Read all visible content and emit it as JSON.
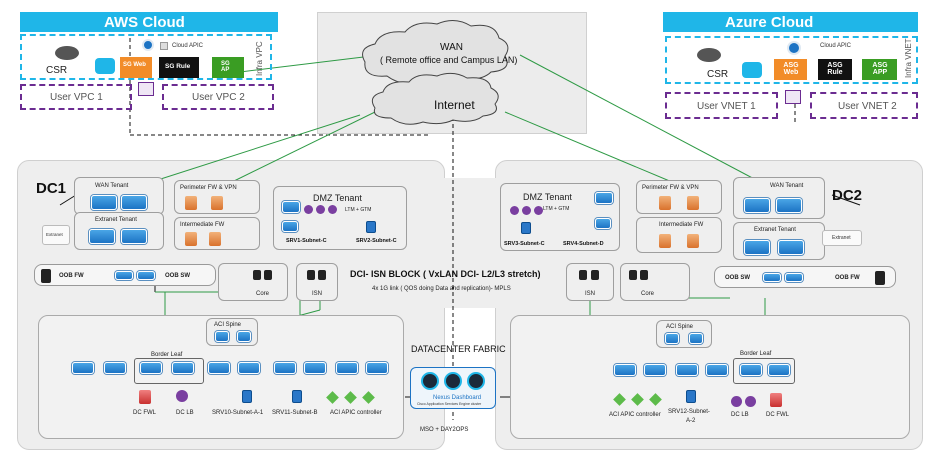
{
  "aws": {
    "title": "AWS Cloud",
    "infra": "Infra VPC",
    "csr": "CSR",
    "cloud_apic": "Cloud APIC",
    "sg_web": "SG Web",
    "sg_rule": "SG Rule",
    "sg_ap": "SG AP",
    "vpc1": "User VPC 1",
    "vpc2": "User VPC 2"
  },
  "azure": {
    "title": "Azure Cloud",
    "infra": "Infra VNET",
    "csr": "CSR",
    "cloud_apic": "Cloud APIC",
    "asg_web": "ASG Web",
    "asg_rule": "ASG Rule",
    "asg_app": "ASG APP",
    "vnet1": "User VNET 1",
    "vnet2": "User VNET 2"
  },
  "wan": {
    "title": "WAN",
    "subtitle": "( Remote office and Campus LAN)"
  },
  "internet": {
    "title": "Internet"
  },
  "dc1": {
    "label": "DC1",
    "wan_tenant": "WAN Tenant",
    "perimeter": "Perimeter FW & VPN",
    "intermediate": "Intermediate FW",
    "extranet_tenant": "Extranet Tenant",
    "extranet": "Extranet",
    "dmz": "DMZ Tenant",
    "ltm": "LTM + GTM",
    "srv1": "SRV1-Subnet-C",
    "srv2": "SRV2-Subnet-C",
    "oob_fw": "OOB FW",
    "oob_sw": "OOB SW",
    "core": "Core",
    "isn": "ISN",
    "aci_spine": "ACI Spine",
    "border_leaf": "Border Leaf",
    "dc_fwl": "DC FWL",
    "dc_lb": "DC LB",
    "srv10": "SRV10-Subnet-A-1",
    "srv11": "SRV11-Subnet-B",
    "apic": "ACI APIC controller"
  },
  "dc2": {
    "label": "DC2",
    "wan_tenant": "WAN Tenant",
    "perimeter": "Perimeter FW & VPN",
    "intermediate": "Intermediate FW",
    "extranet_tenant": "Extranet Tenant",
    "extranet": "Extranet",
    "dmz": "DMZ Tenant",
    "ltm": "LTM + GTM",
    "srv3": "SRV3-Subnet-C",
    "srv4": "SRV4-Subnet-D",
    "oob_fw": "OOB FW",
    "oob_sw": "OOB SW",
    "core": "Core",
    "isn": "ISN",
    "aci_spine": "ACI Spine",
    "border_leaf": "Border Leaf",
    "dc_fwl": "DC FWL",
    "dc_lb": "DC LB",
    "srv12a": "SRV12-Subnet-",
    "srv12b": "A-2",
    "apic": "ACI APIC controller"
  },
  "dci": {
    "title": "DCI- ISN  BLOCK ( VxLAN DCI- L2/L3 stretch)",
    "sub": "4x 1G link ( QOS doing Data and replication)- MPLS"
  },
  "fabric": {
    "title": "DATACENTER FABRIC",
    "nexus": "Nexus Dashboard",
    "nexus_sub": "Cisco Application Services Engine cluster",
    "mso": "MSO + DAY2OPS"
  },
  "colors": {
    "cloud_bar": "#1fb6e8",
    "purple": "#6b2c91",
    "green_link": "#2e9a45",
    "sg_orange": "#f28c28",
    "sg_green": "#3a9d23"
  }
}
